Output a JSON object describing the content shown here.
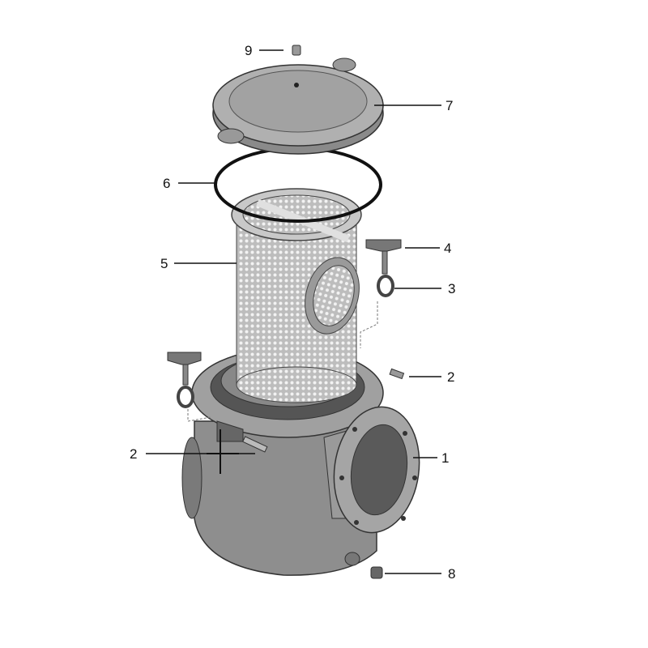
{
  "diagram": {
    "type": "exploded-parts-view",
    "callouts": [
      {
        "id": "c9",
        "label": "9"
      },
      {
        "id": "c7",
        "label": "7"
      },
      {
        "id": "c6",
        "label": "6"
      },
      {
        "id": "c5",
        "label": "5"
      },
      {
        "id": "c4",
        "label": "4"
      },
      {
        "id": "c3",
        "label": "3"
      },
      {
        "id": "c2a",
        "label": "2"
      },
      {
        "id": "c2b",
        "label": "2"
      },
      {
        "id": "c1",
        "label": "1"
      },
      {
        "id": "c8",
        "label": "8"
      }
    ]
  }
}
